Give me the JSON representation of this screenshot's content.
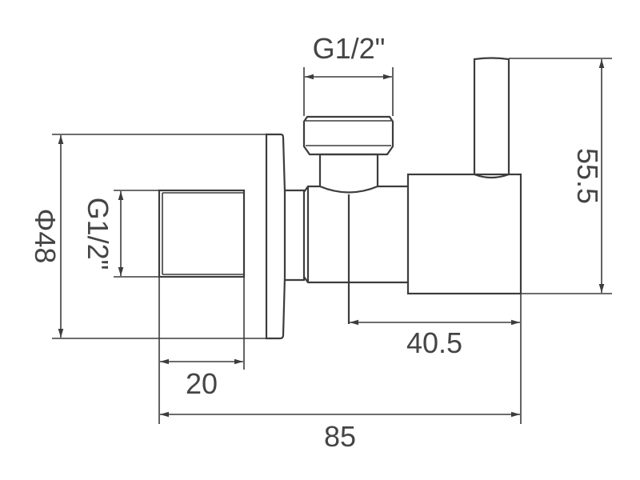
{
  "title": "Angle valve technical drawing",
  "dimensions": {
    "top_outlet_thread": "G1/2\"",
    "inlet_thread": "G1/2\"",
    "flange_diameter": "Φ48",
    "height": "55.5",
    "handle_offset": "40.5",
    "thread_length": "20",
    "total_length": "85"
  },
  "colors": {
    "line": "#3c3c3c",
    "text": "#454545",
    "background": "#ffffff"
  }
}
